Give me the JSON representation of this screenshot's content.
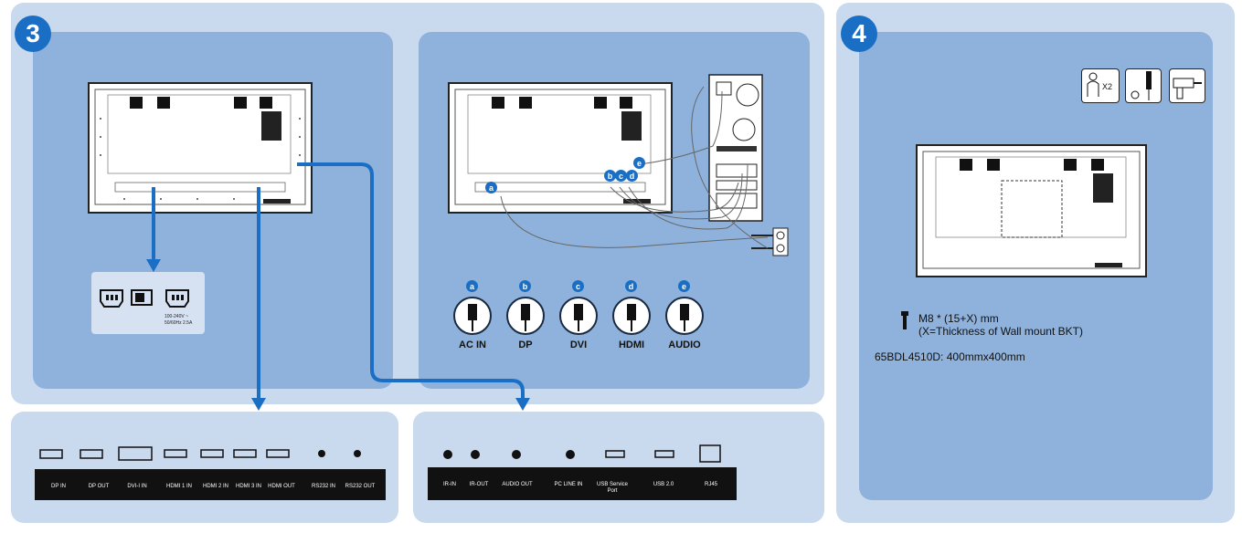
{
  "steps": {
    "step3": "3",
    "step4": "4"
  },
  "power": {
    "spec": "100-240V ~ 50/60Hz 2.5A"
  },
  "connectors": [
    {
      "letter": "a",
      "name": "AC IN"
    },
    {
      "letter": "b",
      "name": "DP"
    },
    {
      "letter": "c",
      "name": "DVI"
    },
    {
      "letter": "d",
      "name": "HDMI"
    },
    {
      "letter": "e",
      "name": "AUDIO"
    }
  ],
  "panel_left_ports": [
    "DP IN",
    "DP OUT",
    "DVI-I IN",
    "HDMI 1 IN",
    "HDMI 2 IN",
    "HDMI 3 IN",
    "HDMI OUT",
    "RS232 IN",
    "RS232 OUT"
  ],
  "panel_right_ports": [
    "IR-IN",
    "IR-OUT",
    "AUDIO OUT",
    "PC LINE IN",
    "USB Service Port",
    "USB 2.0",
    "RJ45"
  ],
  "mount": {
    "quantity": "X2",
    "screw": "M8 * (15+X) mm",
    "screw_note": "(X=Thickness of  Wall mount BKT)",
    "vesa": "65BDL4510D: 400mmx400mm"
  },
  "colors": {
    "accent": "#1a6fc4",
    "outer_panel": "#c9d9ee",
    "inner_panel": "#8fb2dc"
  }
}
